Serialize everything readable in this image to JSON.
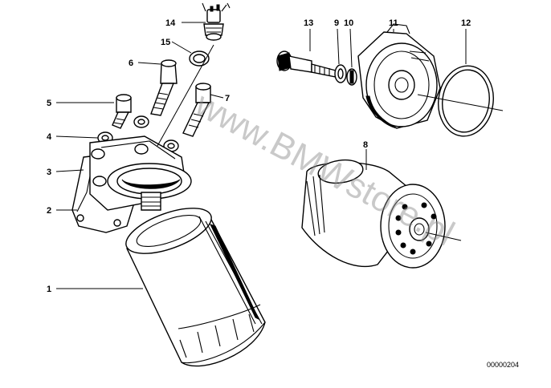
{
  "diagram": {
    "watermark": "www.BMWstore.pl",
    "drawing_code": "00000204",
    "callouts": {
      "c1": "1",
      "c2": "2",
      "c3": "3",
      "c4": "4",
      "c5": "5",
      "c6": "6",
      "c7": "7",
      "c8": "8",
      "c9": "9",
      "c10": "10",
      "c11": "11",
      "c12": "12",
      "c13": "13",
      "c14": "14",
      "c15": "15"
    }
  }
}
